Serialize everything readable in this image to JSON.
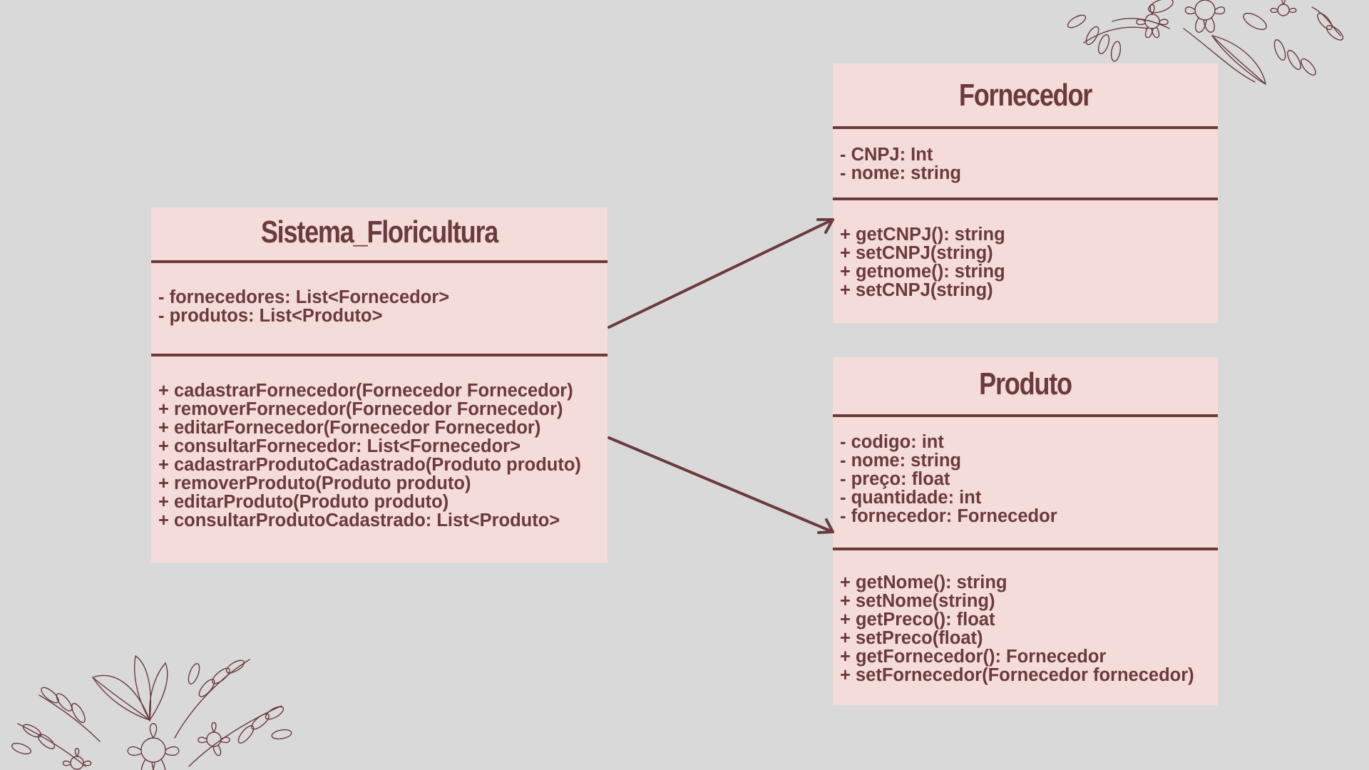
{
  "classes": {
    "sistema": {
      "name": "Sistema_Floricultura",
      "attributes": [
        "- fornecedores: List<Fornecedor>",
        "- produtos: List<Produto>"
      ],
      "methods": [
        "+ cadastrarFornecedor(Fornecedor Fornecedor)",
        "+ removerFornecedor(Fornecedor Fornecedor)",
        "+ editarFornecedor(Fornecedor Fornecedor)",
        "+ consultarFornecedor: List<Fornecedor>",
        "+ cadastrarProdutoCadastrado(Produto produto)",
        "+ removerProduto(Produto produto)",
        "+ editarProduto(Produto produto)",
        "+ consultarProdutoCadastrado: List<Produto>"
      ]
    },
    "fornecedor": {
      "name": "Fornecedor",
      "attributes": [
        "- CNPJ: Int",
        "- nome: string"
      ],
      "methods": [
        "+ getCNPJ(): string",
        "+ setCNPJ(string)",
        "+ getnome(): string",
        "+ setCNPJ(string)"
      ]
    },
    "produto": {
      "name": "Produto",
      "attributes": [
        "- codigo: int",
        "- nome: string",
        "- preço: float",
        "- quantidade: int",
        "- fornecedor: Fornecedor"
      ],
      "methods": [
        "+ getNome(): string",
        "+ setNome(string)",
        "+ getPreco(): float",
        "+ setPreco(float)",
        "+ getFornecedor(): Fornecedor",
        "+ setFornecedor(Fornecedor fornecedor)"
      ]
    }
  },
  "colors": {
    "background": "#d9d9d9",
    "box_fill": "#f4dcda",
    "ink": "#6b3a3c"
  },
  "decorations": [
    "floral-line-art-top-right",
    "floral-line-art-bottom-left"
  ]
}
